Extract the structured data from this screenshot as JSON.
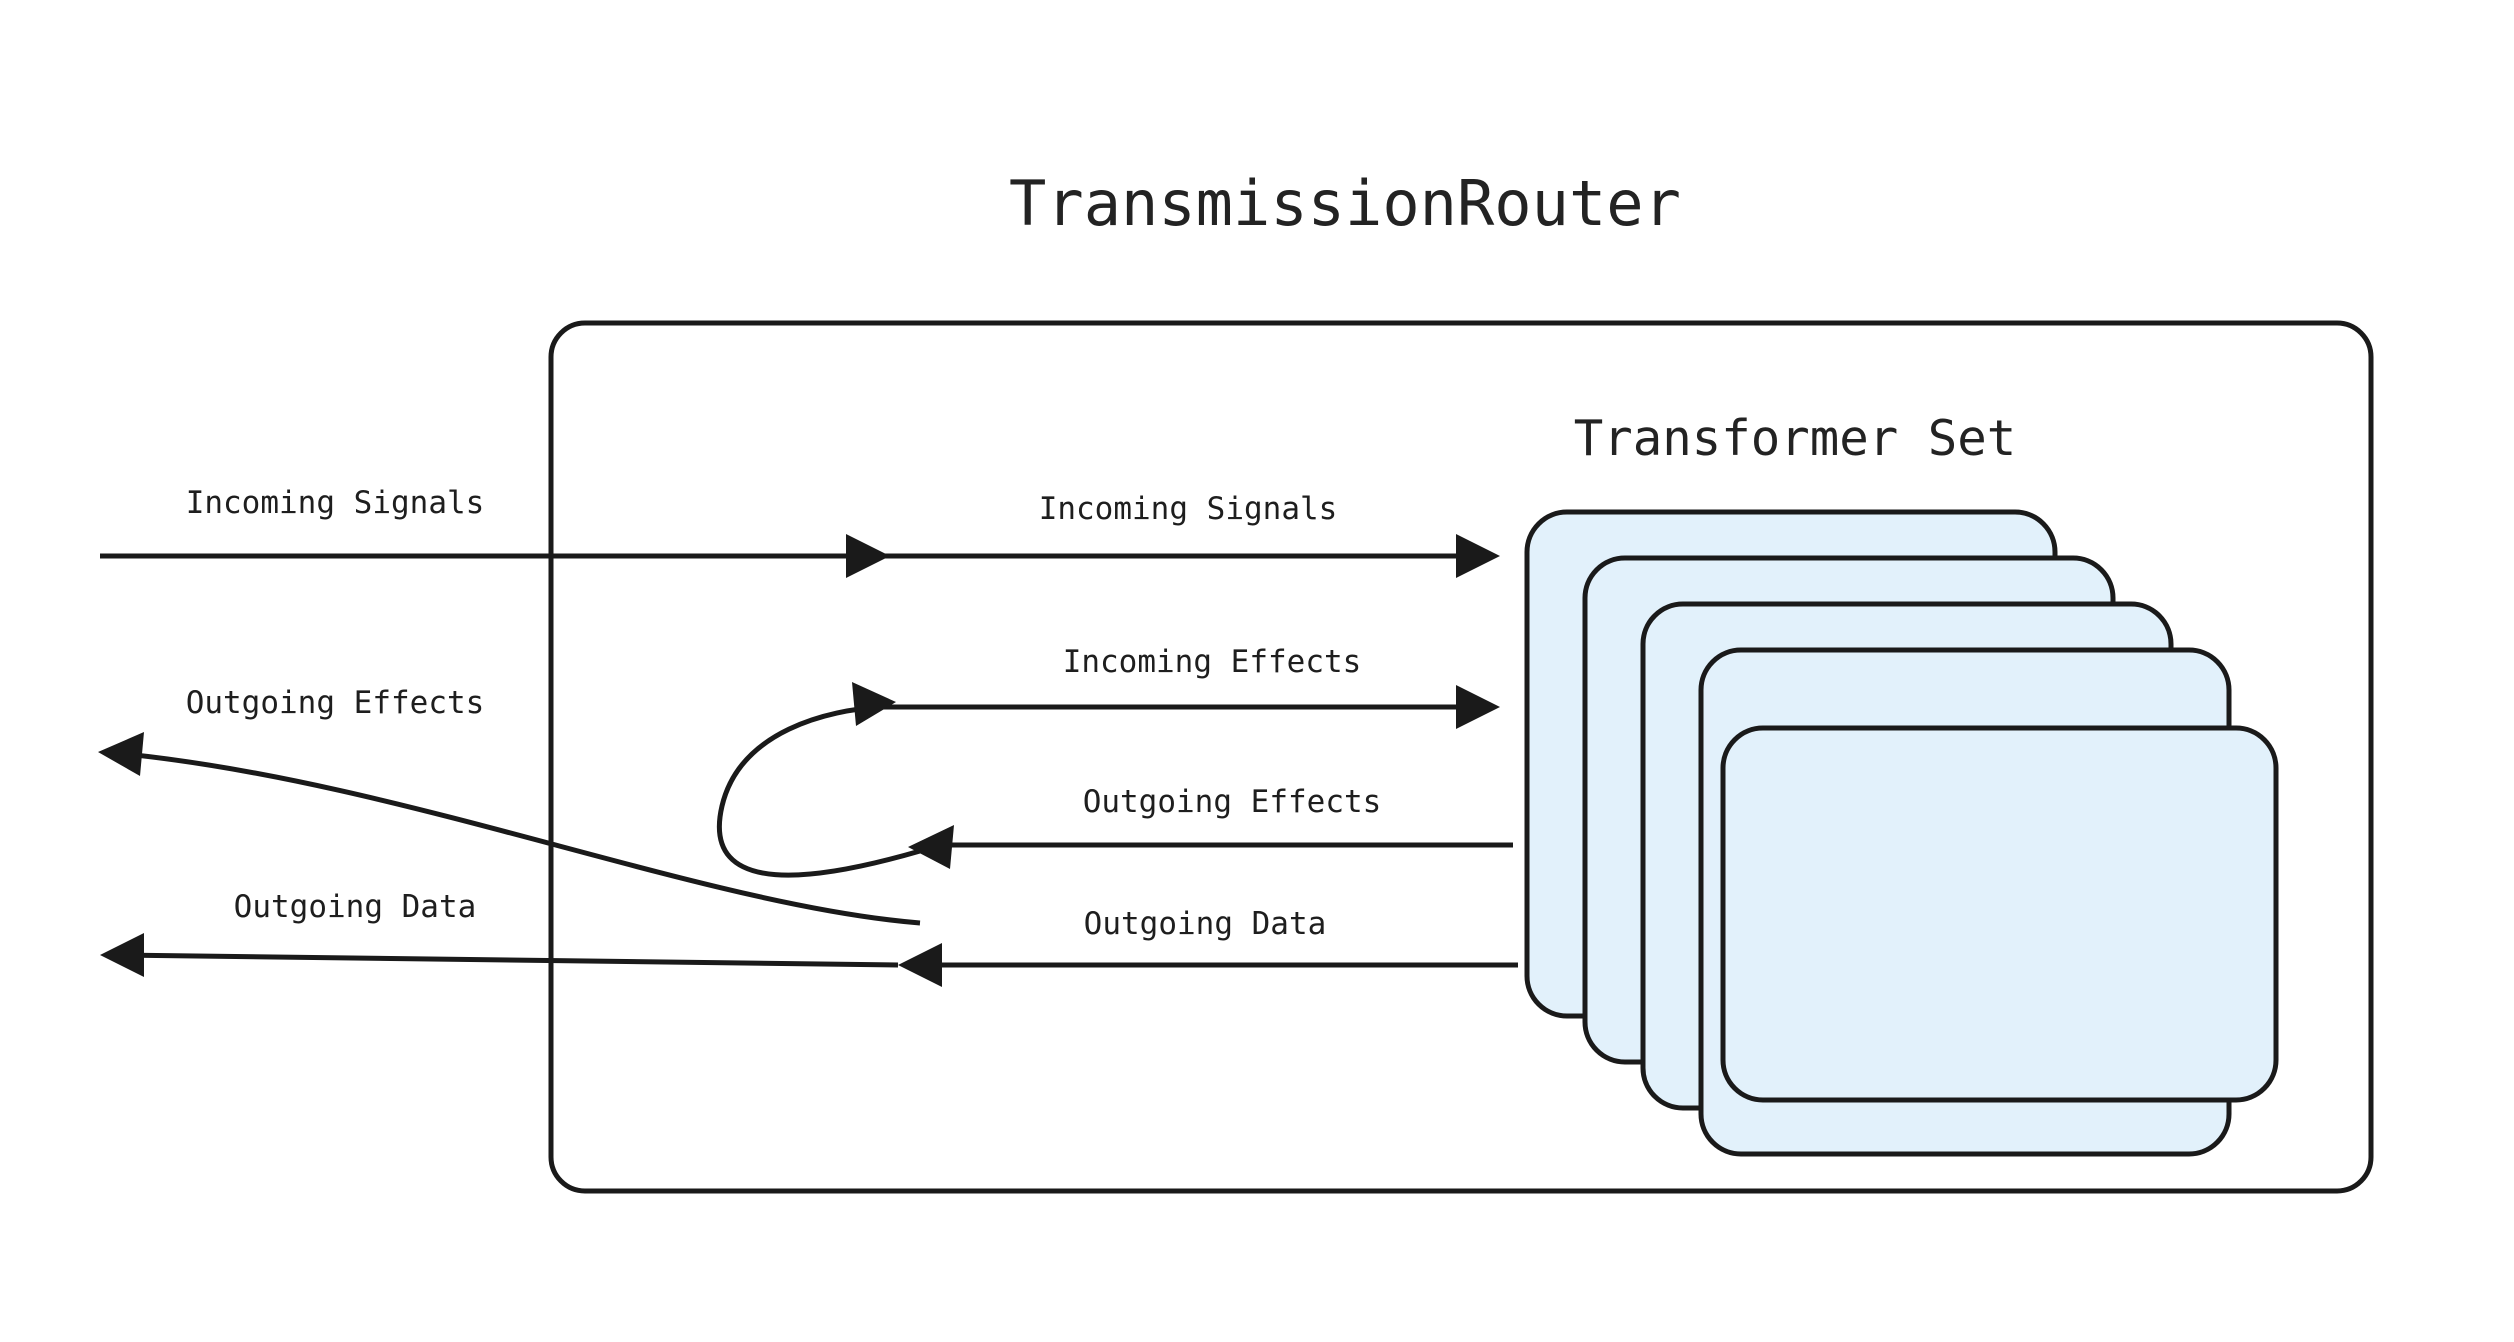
{
  "title": "TransmissionRouter",
  "container": {
    "name": "router-boundary"
  },
  "group": {
    "label": "Transformer Set",
    "card_count": 5,
    "card_fill": "#e2f1fb",
    "card_stroke": "#1a1a1a"
  },
  "colors": {
    "background": "#ffffff",
    "line": "#1a1a1a",
    "text": "#232323",
    "card_fill": "#e2f1fb"
  },
  "edges": {
    "external": [
      {
        "label": "Incoming Signals",
        "direction": "right"
      },
      {
        "label": "Outgoing Effects",
        "direction": "left"
      },
      {
        "label": "Outgoing Data",
        "direction": "left"
      }
    ],
    "internal": [
      {
        "label": "Incoming Signals",
        "direction": "right"
      },
      {
        "label": "Incoming Effects",
        "direction": "right"
      },
      {
        "label": "Outgoing Effects",
        "direction": "left"
      },
      {
        "label": "Outgoing Data",
        "direction": "left"
      }
    ]
  },
  "labels": {
    "ext_incoming_signals": "Incoming Signals",
    "ext_outgoing_effects": "Outgoing Effects",
    "ext_outgoing_data": "Outgoing Data",
    "int_incoming_signals": "Incoming Signals",
    "int_incoming_effects": "Incoming Effects",
    "int_outgoing_effects": "Outgoing Effects",
    "int_outgoing_data": "Outgoing Data"
  }
}
